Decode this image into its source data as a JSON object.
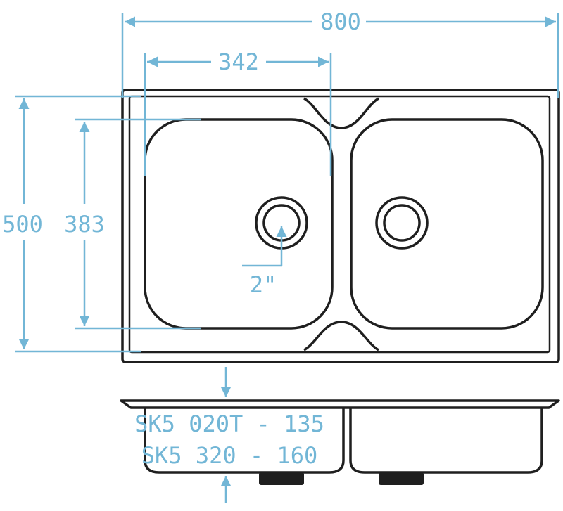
{
  "drawing": {
    "overall_width": "800",
    "bowl_width": "342",
    "overall_depth": "500",
    "bowl_depth": "383",
    "drain_size": "2\"",
    "model_line_1": "SK5 020T - 135",
    "model_line_2": "SK5 320 - 160"
  },
  "colors": {
    "dimension": "#72b6d6",
    "outline": "#1f1f1f"
  }
}
